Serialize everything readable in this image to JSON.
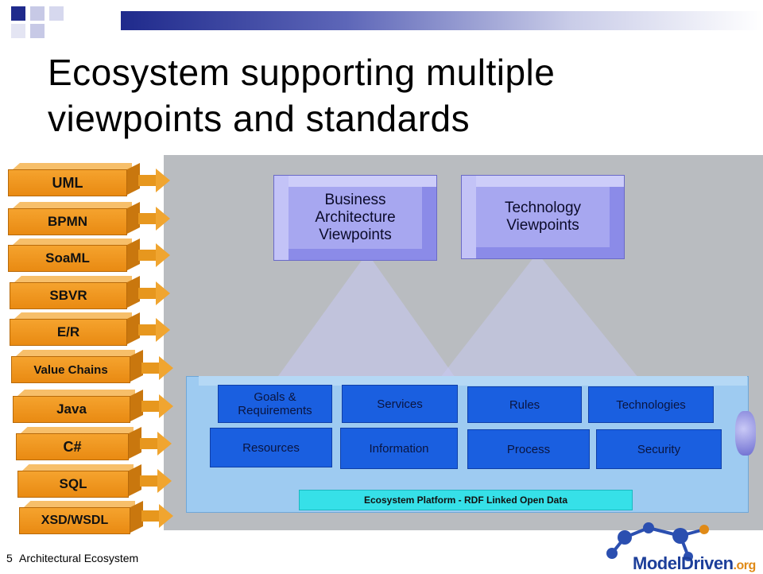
{
  "title_lines": [
    "Ecosystem supporting multiple",
    "viewpoints and standards"
  ],
  "standards": [
    "UML",
    "BPMN",
    "SoaML",
    "SBVR",
    "E/R",
    "Value Chains",
    "Java",
    "C#",
    "SQL",
    "XSD/WSDL"
  ],
  "viewpoints": {
    "business": [
      "Business",
      "Architecture",
      "Viewpoints"
    ],
    "technology": [
      "Technology",
      "Viewpoints"
    ]
  },
  "platform_row1": [
    "Goals &\nRequirements",
    "Services",
    "Rules",
    "Technologies"
  ],
  "platform_row2": [
    "Resources",
    "Information",
    "Process",
    "Security"
  ],
  "platform_label": "Ecosystem Platform - RDF Linked Open Data",
  "footer": {
    "page_number": "5",
    "section": "Architectural Ecosystem"
  },
  "logo": {
    "main": "ModelDriven",
    "suffix": ".org"
  },
  "colors": {
    "orange": "#e98a12",
    "viewpoint_blue": "#a7a7f0",
    "cell_blue": "#1a5fe0",
    "cyan_bar": "#36e0e8",
    "panel_gray": "#b9bcc0"
  }
}
